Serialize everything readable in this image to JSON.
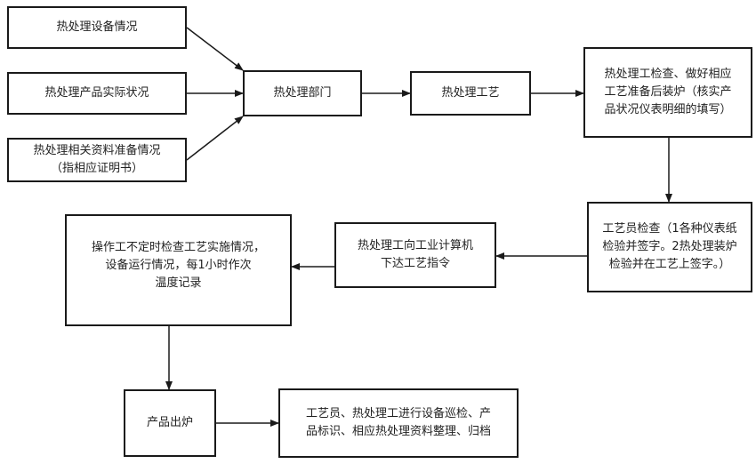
{
  "nodes": {
    "equipment": "热处理设备情况",
    "product_status": "热处理产品实际状况",
    "documents": "热处理相关资料准备情况\n（指相应证明书）",
    "department": "热处理部门",
    "process": "热处理工艺",
    "worker_check": "热处理工检查、做好相应\n工艺准备后装炉（核实产\n品状况仪表明细的填写）",
    "technologist_check": "工艺员检查（1各种仪表纸\n检验并签字。2热处理装炉\n检验并在工艺上签字。）",
    "computer_command": "热处理工向工业计算机\n下达工艺指令",
    "operator_check": "操作工不定时检查工艺实施情况，\n设备运行情况，每1小时作次\n温度记录",
    "discharge": "产品出炉",
    "final_inspection": "工艺员、热处理工进行设备巡检、产\n品标识、相应热处理资料整理、归档"
  }
}
